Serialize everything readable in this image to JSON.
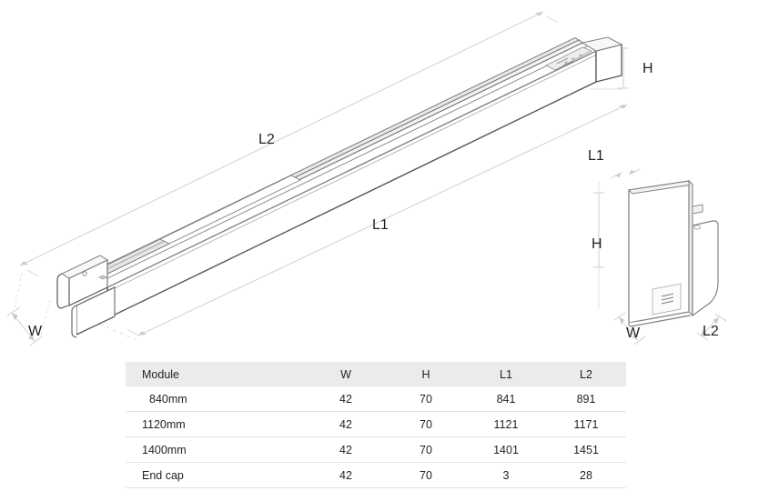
{
  "diagram": {
    "type": "technical-dimension-drawing",
    "subject": "Linear lighting module with end cap",
    "views": [
      {
        "name": "isometric-main-view",
        "labels": [
          "L2",
          "L1",
          "H",
          "W"
        ]
      },
      {
        "name": "end-cap-detail-view",
        "labels": [
          "L1",
          "H",
          "W",
          "L2"
        ]
      }
    ]
  },
  "main_view": {
    "label_l2": "L2",
    "label_l1": "L1",
    "label_h": "H",
    "label_w": "W"
  },
  "endcap_view": {
    "label_l1": "L1",
    "label_h": "H",
    "label_w": "W",
    "label_l2": "L2"
  },
  "table": {
    "columns": [
      "Module",
      "W",
      "H",
      "L1",
      "L2"
    ],
    "rows": [
      {
        "module": "840mm",
        "w": "42",
        "h": "70",
        "l1": "841",
        "l2": "891"
      },
      {
        "module": "1120mm",
        "w": "42",
        "h": "70",
        "l1": "1121",
        "l2": "1171"
      },
      {
        "module": "1400mm",
        "w": "42",
        "h": "70",
        "l1": "1401",
        "l2": "1451"
      },
      {
        "module": "End cap",
        "w": "42",
        "h": "70",
        "l1": "3",
        "l2": "28"
      }
    ]
  },
  "colors": {
    "line_dark": "#58595b",
    "line_mid": "#808285",
    "line_light": "#bcbec0",
    "dim_line": "#c9cacc",
    "text": "#231f20",
    "table_header_bg": "#ebebeb",
    "table_rule": "#e2e2e2"
  }
}
